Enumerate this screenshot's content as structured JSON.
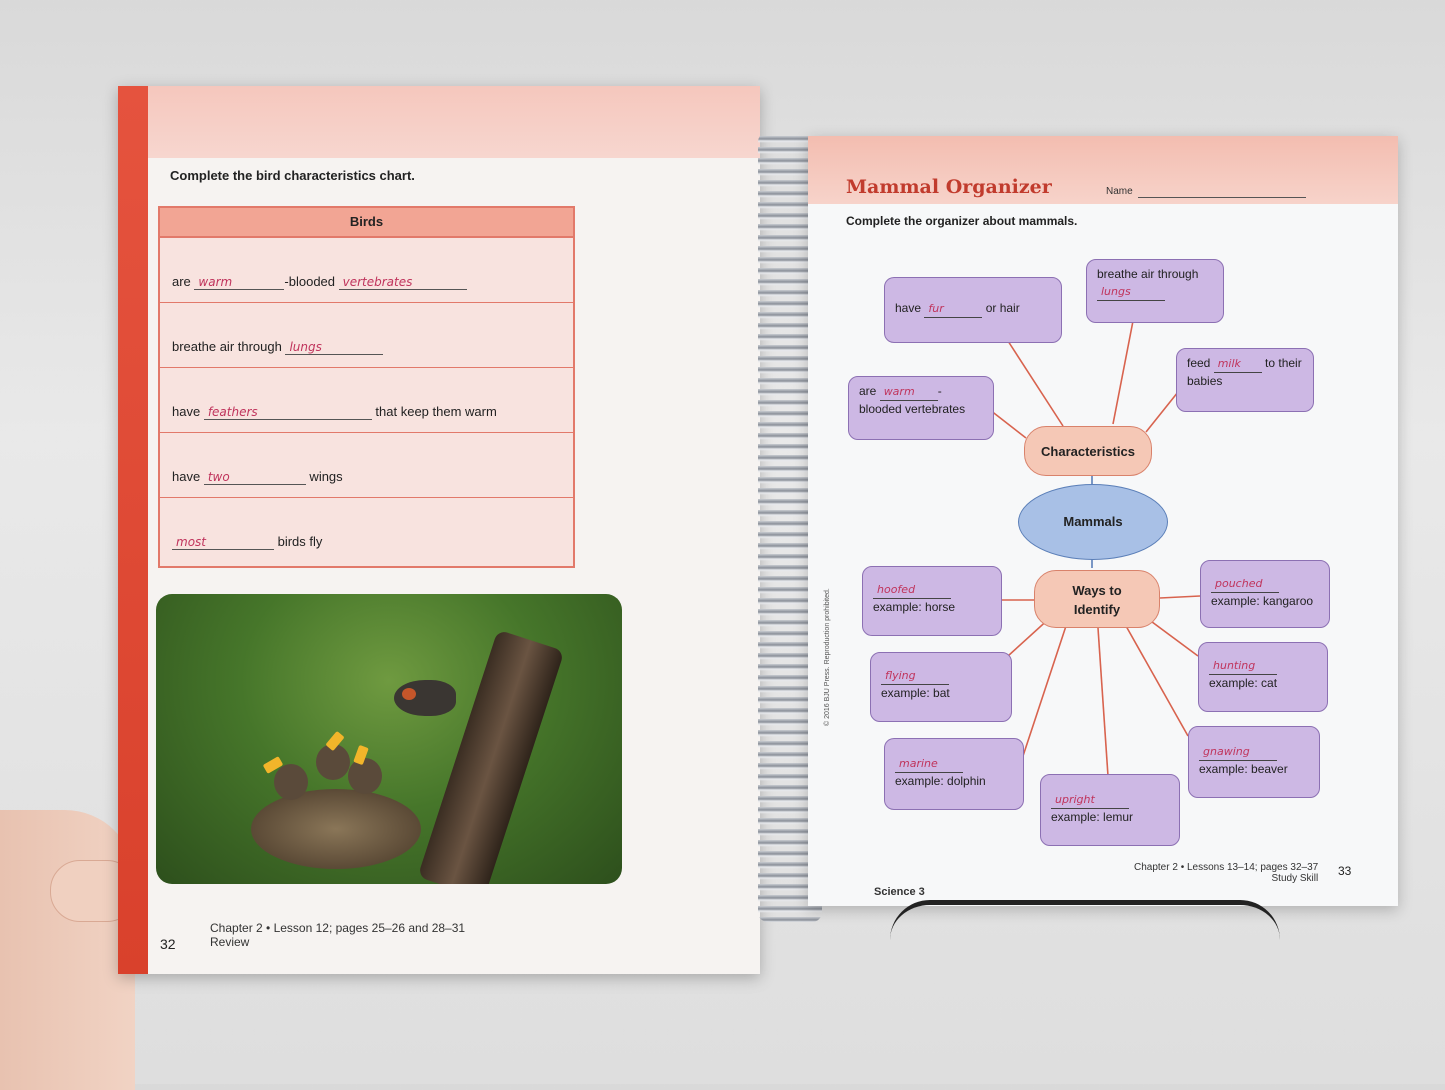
{
  "left_page": {
    "instruction": "Complete the bird characteristics chart.",
    "table_header": "Birds",
    "rows": [
      {
        "pre": "are ",
        "a1": "warm",
        "mid": "-blooded ",
        "a2": "vertebrates",
        "post": ""
      },
      {
        "pre": "breathe air through ",
        "a1": "lungs",
        "mid": "",
        "a2": "",
        "post": ""
      },
      {
        "pre": "have ",
        "a1": "feathers",
        "mid": "",
        "a2": "",
        "post": " that keep them warm"
      },
      {
        "pre": "have ",
        "a1": "two",
        "mid": "",
        "a2": "",
        "post": " wings"
      },
      {
        "pre": "",
        "a1": "most",
        "mid": "",
        "a2": "",
        "post": " birds fly"
      }
    ],
    "footer_line1": "Chapter 2  •  Lesson 12; pages 25–26 and 28–31",
    "footer_line2": "Review",
    "page_number": "32"
  },
  "right_page": {
    "title": "Mammal Organizer",
    "name_label": "Name",
    "instruction": "Complete the organizer about mammals.",
    "center": "Mammals",
    "hub_top": "Characteristics",
    "hub_bottom": "Ways to Identify",
    "characteristics": [
      {
        "pre": "have ",
        "ans": "fur",
        "post": " or hair"
      },
      {
        "pre": "breathe air through",
        "ans": "lungs",
        "post": ""
      },
      {
        "pre": "are ",
        "ans": "warm",
        "post": "- blooded vertebrates"
      },
      {
        "pre": "feed ",
        "ans": "milk",
        "post": " to their babies"
      }
    ],
    "ways": [
      {
        "ans": "hoofed",
        "example": "example: horse"
      },
      {
        "ans": "flying",
        "example": "example: bat"
      },
      {
        "ans": "marine",
        "example": "example: dolphin"
      },
      {
        "ans": "upright",
        "example": "example: lemur"
      },
      {
        "ans": "gnawing",
        "example": "example: beaver"
      },
      {
        "ans": "hunting",
        "example": "example: cat"
      },
      {
        "ans": "pouched",
        "example": "example: kangaroo"
      }
    ],
    "copyright": "© 2016 BJU Press. Reproduction prohibited.",
    "footer_line1": "Chapter 2  •  Lessons 13–14; pages 32–37",
    "footer_line2": "Study Skill",
    "page_number": "33",
    "book": "Science 3"
  },
  "colors": {
    "accent": "#c13b2d",
    "answer": "#c0345c",
    "box": "#cdb8e4",
    "hub": "#f5c8b6",
    "center": "#a8c0e6"
  }
}
